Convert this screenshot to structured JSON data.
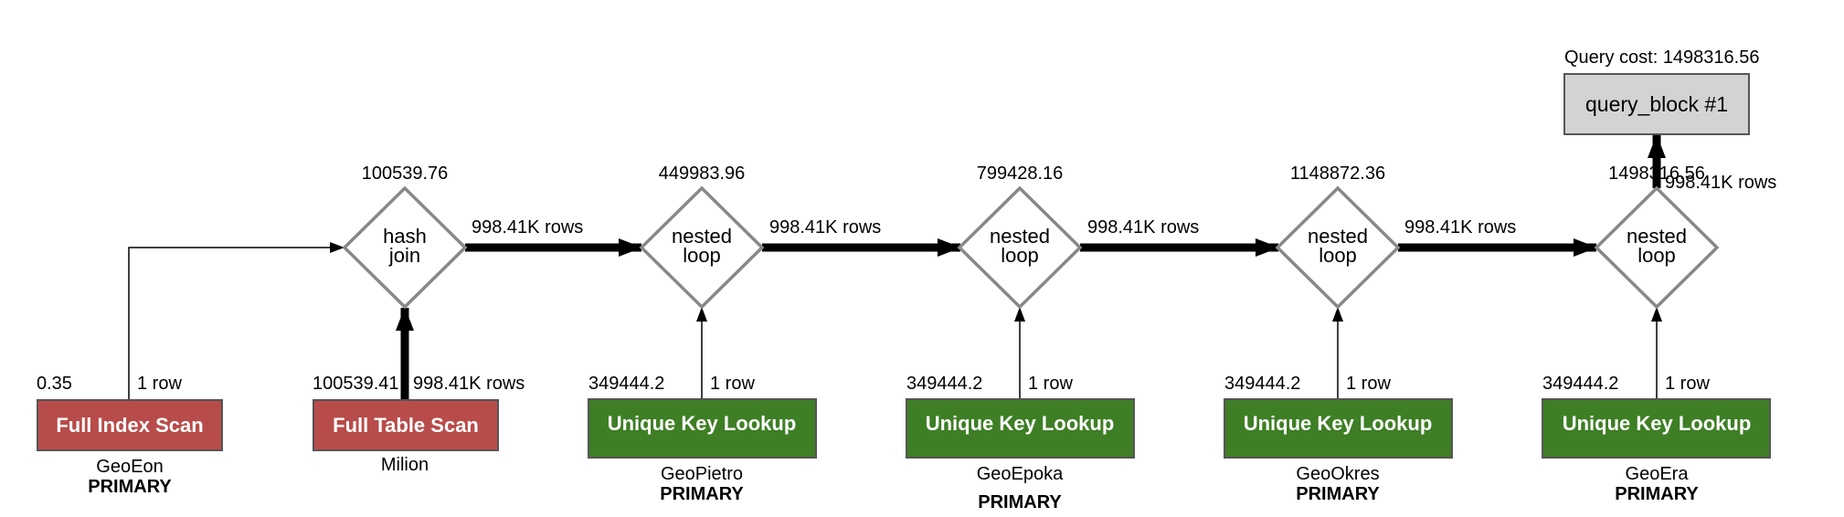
{
  "colors": {
    "scan_red": "#b84c4a",
    "lookup_green": "#3e7e25",
    "query_block_gray": "#d3d3d3",
    "diamond_stroke": "#888888",
    "edge": "#000000"
  },
  "query_block": {
    "cost_label": "Query cost: 1498316.56",
    "label": "query_block #1"
  },
  "joins": [
    {
      "line1": "hash",
      "line2": "join",
      "cost": "100539.76",
      "out_rows": "998.41K rows"
    },
    {
      "line1": "nested",
      "line2": "loop",
      "cost": "449983.96",
      "out_rows": "998.41K rows"
    },
    {
      "line1": "nested",
      "line2": "loop",
      "cost": "799428.16",
      "out_rows": "998.41K rows"
    },
    {
      "line1": "nested",
      "line2": "loop",
      "cost": "1148872.36",
      "out_rows": "998.41K rows"
    },
    {
      "line1": "nested",
      "line2": "loop",
      "cost": "1498316.56",
      "out_rows": "998.41K rows"
    }
  ],
  "access": [
    {
      "label": "Full Index Scan",
      "kind": "scan",
      "cost": "0.35",
      "rows": "1 row",
      "table": "GeoEon",
      "key": "PRIMARY"
    },
    {
      "label": "Full Table Scan",
      "kind": "scan",
      "cost": "100539.41",
      "rows": "998.41K rows",
      "table": "Milion",
      "key": ""
    },
    {
      "label": "Unique Key Lookup",
      "kind": "lookup",
      "cost": "349444.2",
      "rows": "1 row",
      "table": "GeoPietro",
      "key": "PRIMARY"
    },
    {
      "label": "Unique Key Lookup",
      "kind": "lookup",
      "cost": "349444.2",
      "rows": "1 row",
      "table": "GeoEpoka",
      "key": "PRIMARY"
    },
    {
      "label": "Unique Key Lookup",
      "kind": "lookup",
      "cost": "349444.2",
      "rows": "1 row",
      "table": "GeoOkres",
      "key": "PRIMARY"
    },
    {
      "label": "Unique Key Lookup",
      "kind": "lookup",
      "cost": "349444.2",
      "rows": "1 row",
      "table": "GeoEra",
      "key": "PRIMARY"
    }
  ]
}
